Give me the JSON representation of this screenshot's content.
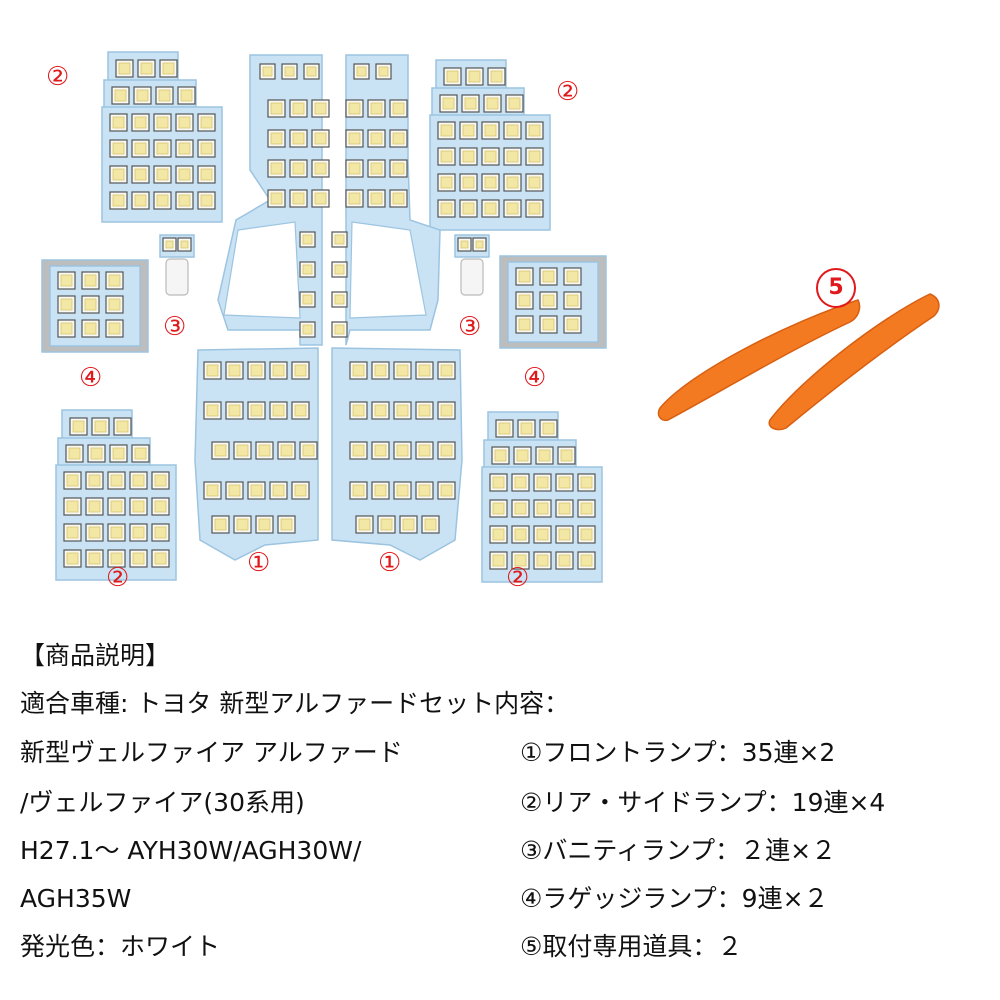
{
  "figure": {
    "labels": {
      "front": "①",
      "rear_side": "②",
      "vanity": "③",
      "luggage": "④",
      "tool": "5"
    },
    "colors": {
      "board": "#c9e3f5",
      "led": "#f3e7a6",
      "tool": "#f47a22",
      "label": "#e0191c"
    }
  },
  "description": {
    "heading": "【商品説明】",
    "left": [
      "適合車種: トヨタ 新型アルファードセット内容：",
      " 新型ヴェルファイア アルファード",
      "/ヴェルファイア(30系用)",
      "H27.1～ AYH30W/AGH30W/",
      "AGH35W",
      "発光色：ホワイト"
    ],
    "right": [
      "①フロントランプ：35連×2",
      "②リア・サイドランプ：19連×4",
      "③バニティランプ：２連×２",
      "④ラゲッジランプ：9連×２",
      "⑤取付専用道具：２"
    ]
  }
}
